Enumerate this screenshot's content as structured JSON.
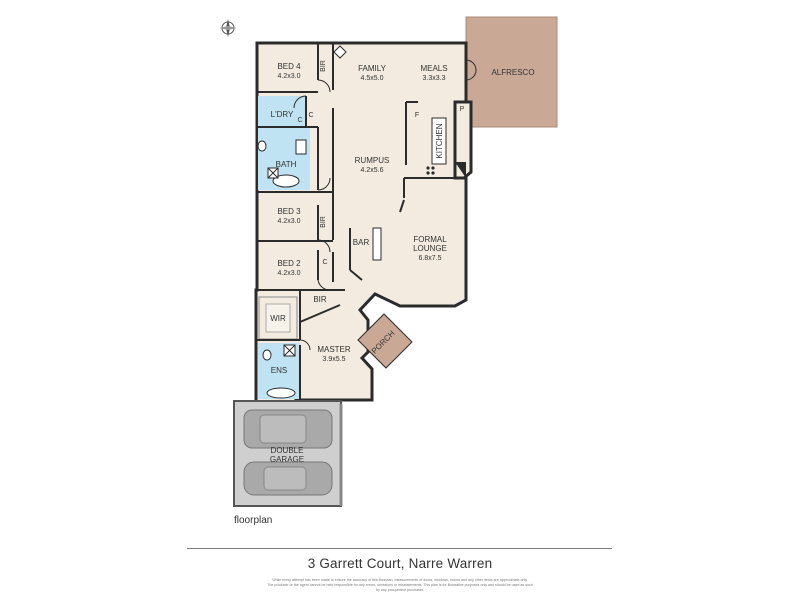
{
  "colors": {
    "room_fill": "#f3ebdf",
    "wet_fill": "#bfe3f2",
    "wall": "#2b2b2b",
    "alfresco": "#c9a995",
    "garage_floor": "#cfcfcf",
    "garage_wall": "#8a8a8a"
  },
  "rooms": {
    "bed4": {
      "name": "BED 4",
      "dim": "4.2x3.0"
    },
    "family": {
      "name": "FAMILY",
      "dim": "4.5x5.0"
    },
    "meals": {
      "name": "MEALS",
      "dim": "3.3x3.3"
    },
    "alfresco": {
      "name": "ALFRESCO"
    },
    "dry": {
      "name": "L'DRY"
    },
    "bath": {
      "name": "BATH"
    },
    "kitchen": {
      "name": "KITCHEN"
    },
    "rumpus": {
      "name": "RUMPUS",
      "dim": "4.2x5.6"
    },
    "bed3": {
      "name": "BED 3",
      "dim": "4.2x3.0"
    },
    "bar": {
      "name": "BAR"
    },
    "formal": {
      "name1": "FORMAL",
      "name2": "LOUNGE",
      "dim": "6.8x7.5"
    },
    "bed2": {
      "name": "BED 2",
      "dim": "4.2x3.0"
    },
    "wir": {
      "name": "WIR"
    },
    "porch": {
      "name": "PORCH"
    },
    "master": {
      "name": "MASTER",
      "dim": "3.9x5.5"
    },
    "ens": {
      "name": "ENS"
    },
    "garage": {
      "name1": "DOUBLE",
      "name2": "GARAGE"
    }
  },
  "small_labels": {
    "bir": "BIR",
    "c": "C",
    "f": "F",
    "p": "P"
  },
  "icons": [
    "compass-icon",
    "fireplace-icon",
    "car-icon"
  ],
  "caption": "floorplan",
  "address": "3 Garrett Court, Narre Warren",
  "disclaimer": {
    "line1": "While every attempt has been made to ensure the accuracy of this floorplan, measurements of doors, windows, rooms and any other items are approximate only.",
    "line2": "The producer or the agent cannot be held responsible for any errors, omissions or misstatements. This plan is for illustrative purposes only and should be used as such",
    "line3": "by any prospective purchaser."
  }
}
